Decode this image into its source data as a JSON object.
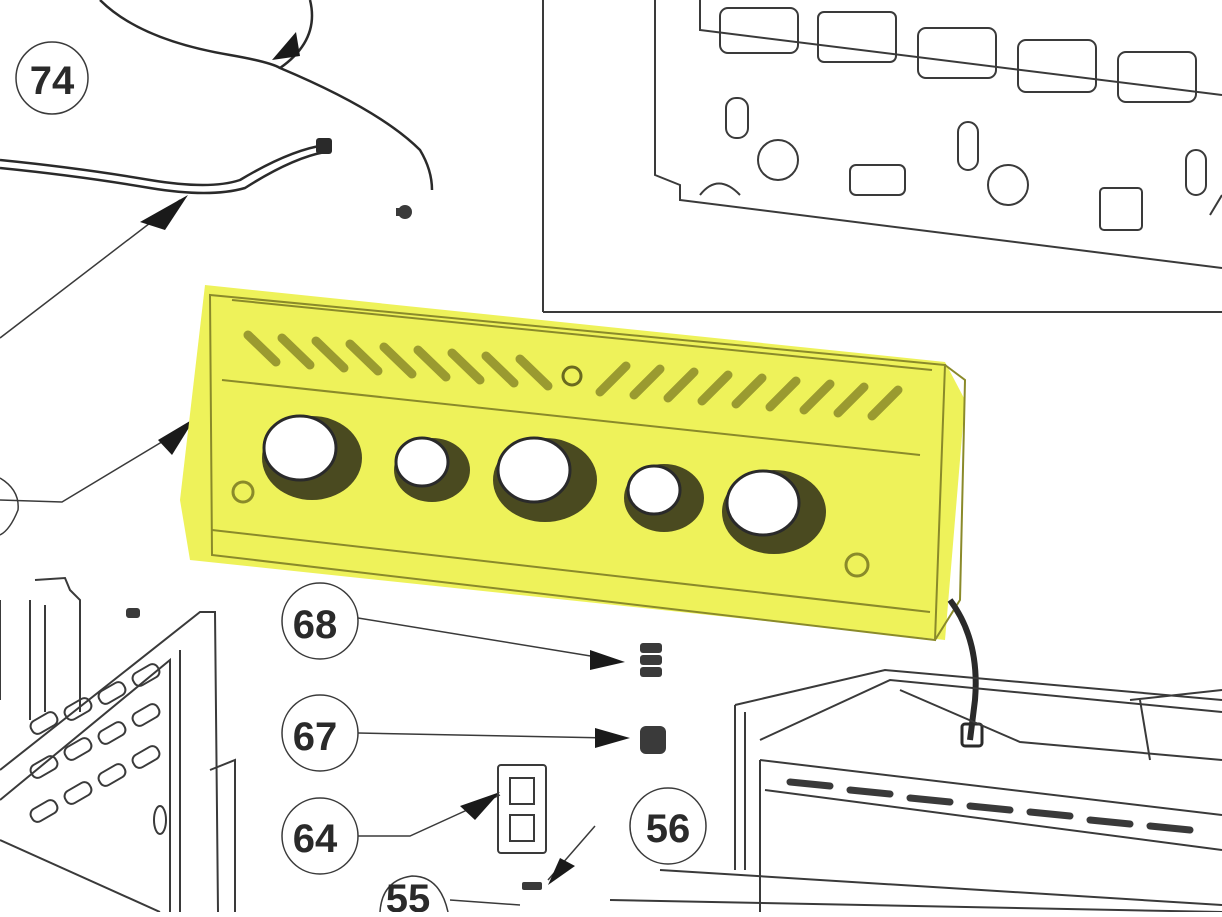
{
  "diagram": {
    "callouts": [
      {
        "id": "74",
        "label": "74"
      },
      {
        "id": "68",
        "label": "68"
      },
      {
        "id": "67",
        "label": "67"
      },
      {
        "id": "64",
        "label": "64"
      },
      {
        "id": "56",
        "label": "56"
      },
      {
        "id": "55",
        "label": "55"
      }
    ],
    "colors": {
      "line": "#3a3a3a",
      "highlight": "#eef25a",
      "background": "#ffffff"
    },
    "highlighted_part": "control-panel"
  }
}
